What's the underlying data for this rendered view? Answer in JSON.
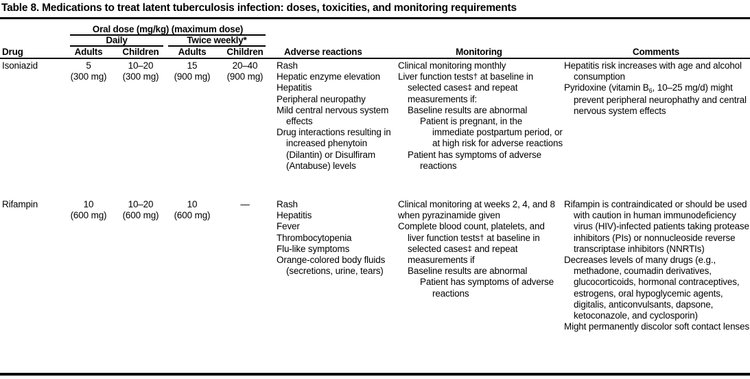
{
  "title": "Table 8. Medications to treat latent tuberculosis infection: doses, toxicities, and monitoring requirements",
  "header": {
    "oral_dose_group": "Oral dose (mg/kg) (maximum dose)",
    "daily_group": "Daily",
    "twice_weekly_group": "Twice weekly*",
    "drug": "Drug",
    "daily_adults": "Adults",
    "daily_children": "Children",
    "twice_adults": "Adults",
    "twice_children": "Children",
    "adverse_reactions": "Adverse reactions",
    "monitoring": "Monitoring",
    "comments": "Comments"
  },
  "rows": [
    {
      "drug": "Isoniazid",
      "daily_adults": "5\n(300 mg)",
      "daily_children": "10–20\n(300 mg)",
      "twice_adults": "15\n(900 mg)",
      "twice_children": "20–40\n(900 mg)",
      "adverse_reactions": [
        {
          "text": "Rash",
          "indent": 0
        },
        {
          "text": "Hepatic enzyme elevation",
          "indent": 1
        },
        {
          "text": "Hepatitis",
          "indent": 0
        },
        {
          "text": "Peripheral neuropathy",
          "indent": 0
        },
        {
          "text": "Mild central nervous system effects",
          "indent": 1
        },
        {
          "text": "Drug interactions resulting in increased phenytoin (Dilantin) or Disulfiram (Antabuse) levels",
          "indent": 1
        }
      ],
      "monitoring": [
        {
          "text": "Clinical monitoring monthly",
          "indent": 0
        },
        {
          "text": "Liver function tests† at baseline in selected cases‡ and repeat measurements if:",
          "indent": 1
        },
        {
          "text": "Baseline results are abnormal",
          "indent": 2
        },
        {
          "text": "Patient is pregnant, in the immediate postpartum period, or at high risk for adverse reactions",
          "indent": 3
        },
        {
          "text": "Patient has symptoms of adverse reactions",
          "indent": 2
        }
      ],
      "comments": [
        {
          "text": "Hepatitis risk increases with age and alcohol consumption",
          "indent": 1
        },
        {
          "text": "Pyridoxine (vitamin B6, 10–25 mg/d) might prevent peripheral neurophathy and central nervous system effects",
          "indent": 1
        }
      ]
    },
    {
      "drug": "Rifampin",
      "daily_adults": "10\n(600 mg)",
      "daily_children": "10–20\n(600 mg)",
      "twice_adults": "10\n(600 mg)",
      "twice_children": "—",
      "adverse_reactions": [
        {
          "text": "Rash",
          "indent": 0
        },
        {
          "text": "Hepatitis",
          "indent": 0
        },
        {
          "text": "Fever",
          "indent": 0
        },
        {
          "text": "Thrombocytopenia",
          "indent": 0
        },
        {
          "text": "Flu-like symptoms",
          "indent": 0
        },
        {
          "text": "Orange-colored body fluids (secretions, urine, tears)",
          "indent": 1
        }
      ],
      "monitoring": [
        {
          "text": "Clinical monitoring at weeks 2, 4, and 8 when pyrazinamide given",
          "indent": 0
        },
        {
          "text": "Complete blood count, platelets, and liver function tests† at baseline in selected cases‡ and repeat measurements if",
          "indent": 1
        },
        {
          "text": "Baseline results are abnormal",
          "indent": 2
        },
        {
          "text": "Patient has symptoms of adverse reactions",
          "indent": 3
        }
      ],
      "comments": [
        {
          "text": "Rifampin is contraindicated or should be used with caution in human immunodeficiency virus (HIV)-infected patients taking protease inhibitors (PIs) or nonnucleoside reverse transcriptase inhibitors (NNRTIs)",
          "indent": 1
        },
        {
          "text": "Decreases levels of many drugs (e.g., methadone, coumadin derivatives, glucocorticoids, hormonal contraceptives, estrogens, oral hypoglycemic agents, digitalis, anticonvulsants, dapsone, ketoconazole, and cyclosporin)",
          "indent": 1
        },
        {
          "text": "Might permanently discolor soft contact lenses",
          "indent": 1
        }
      ]
    }
  ]
}
